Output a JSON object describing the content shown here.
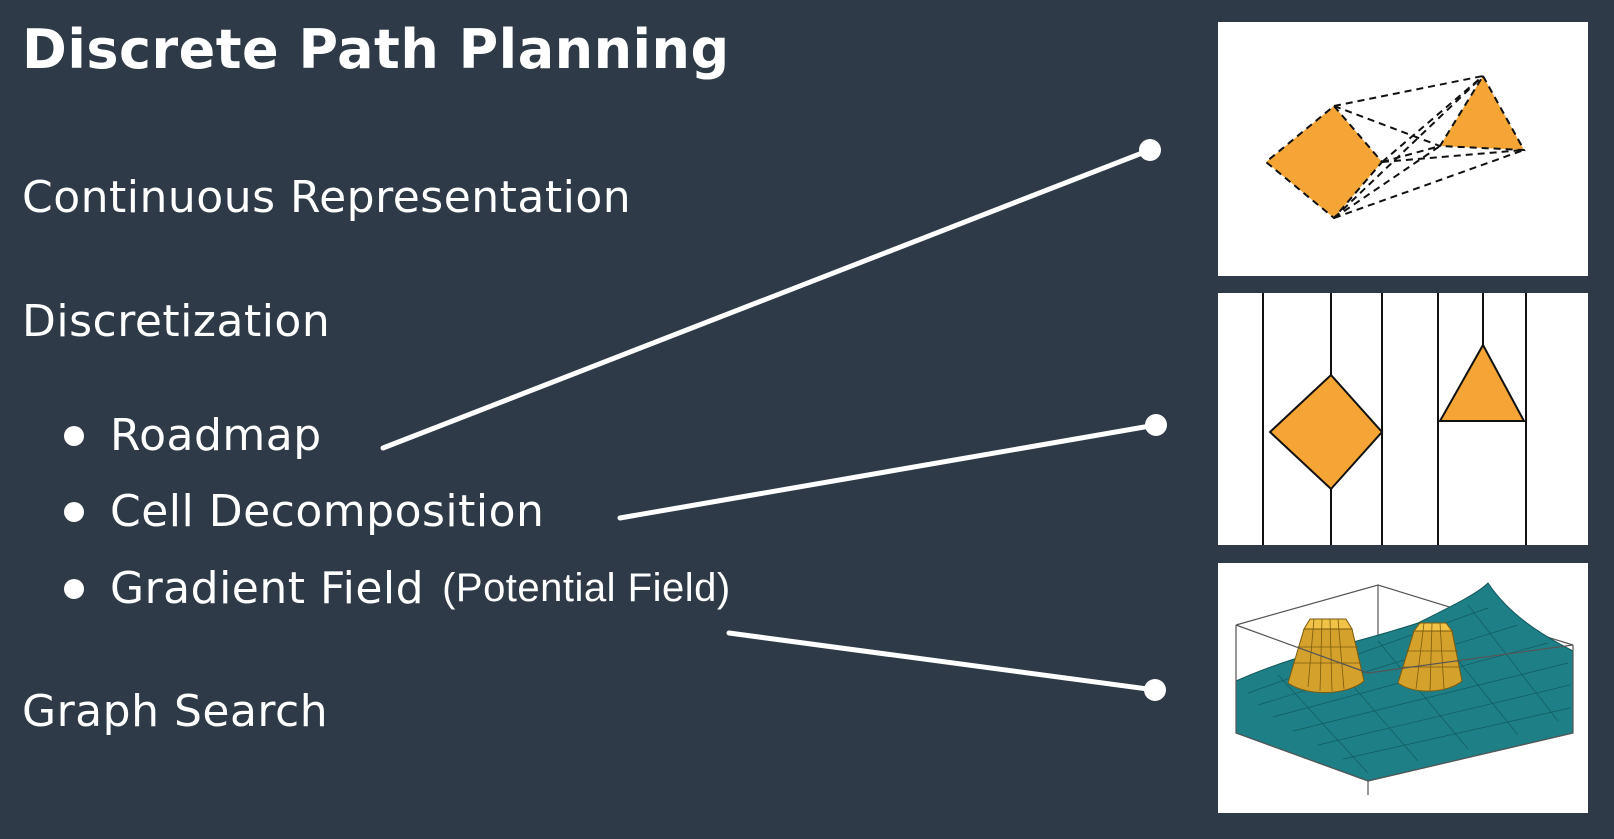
{
  "slide": {
    "title": "Discrete Path Planning",
    "sections": {
      "continuous": "Continuous Representation",
      "discretization": "Discretization",
      "graph_search": "Graph Search"
    },
    "bullets": [
      {
        "label": "Roadmap",
        "note": ""
      },
      {
        "label": "Cell Decomposition",
        "note": ""
      },
      {
        "label": "Gradient Field",
        "note": "(Potential Field)"
      }
    ]
  },
  "colors": {
    "background": "#2f3a48",
    "obstacle_fill": "#f5a535",
    "surface": "#1e7f86",
    "text": "#ffffff"
  },
  "illustrations": [
    {
      "name": "roadmap-visibility-graph",
      "shapes": [
        "diamond",
        "triangle"
      ]
    },
    {
      "name": "cell-decomposition",
      "shapes": [
        "diamond",
        "triangle"
      ]
    },
    {
      "name": "potential-field-surface",
      "shapes": [
        "two peaks"
      ]
    }
  ]
}
